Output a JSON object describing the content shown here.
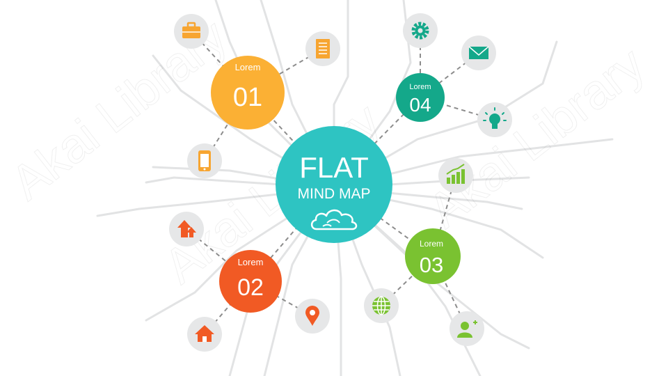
{
  "center": {
    "title": "FLAT",
    "subtitle": "MIND MAP",
    "color": "#2ec4c2",
    "icon": "cloud-icon"
  },
  "nodes": [
    {
      "id": "n01",
      "label": "Lorem",
      "number": "01",
      "color": "#fbb034"
    },
    {
      "id": "n02",
      "label": "Lorem",
      "number": "02",
      "color": "#f15a24"
    },
    {
      "id": "n03",
      "label": "Lorem",
      "number": "03",
      "color": "#7ac231"
    },
    {
      "id": "n04",
      "label": "Lorem",
      "number": "04",
      "color": "#14a88a"
    }
  ],
  "icons": [
    {
      "name": "briefcase-icon",
      "color": "#f7a531"
    },
    {
      "name": "document-icon",
      "color": "#f7a531"
    },
    {
      "name": "smartphone-icon",
      "color": "#f7a531"
    },
    {
      "name": "arrows-up-icon",
      "color": "#f15a24"
    },
    {
      "name": "home-icon",
      "color": "#f15a24"
    },
    {
      "name": "map-pin-icon",
      "color": "#f15a24"
    },
    {
      "name": "gear-icon",
      "color": "#14a88a"
    },
    {
      "name": "envelope-icon",
      "color": "#14a88a"
    },
    {
      "name": "lightbulb-icon",
      "color": "#14a88a"
    },
    {
      "name": "bar-chart-icon",
      "color": "#7ac231"
    },
    {
      "name": "globe-icon",
      "color": "#7ac231"
    },
    {
      "name": "user-add-icon",
      "color": "#7ac231"
    }
  ],
  "watermark": "Akai Library",
  "colors": {
    "icon_bg": "#e6e7e8",
    "connector": "#8c8c8c",
    "background_lines": "#e2e3e4"
  }
}
